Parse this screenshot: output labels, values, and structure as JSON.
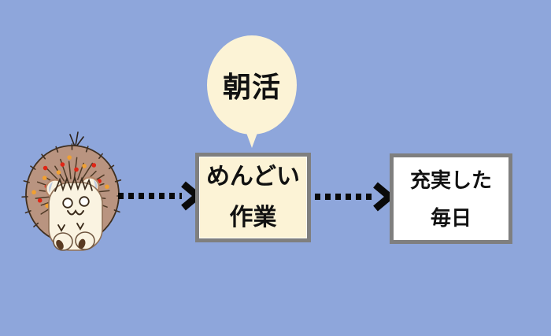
{
  "colors": {
    "bg": "#8EA6DB",
    "cream": "#FCF3D6",
    "white": "#FFFFFF",
    "border-gray": "#7F7F7F",
    "ink": "#111111",
    "arrow": "#0A0A0A",
    "hedgehog-body": "#B99480",
    "hedgehog-face": "#FAF3E1",
    "spike-dot-red": "#E02515",
    "spike-dot-orange": "#F0A032"
  },
  "bubble": {
    "label": "朝活"
  },
  "diagram": {
    "nodes": [
      {
        "id": "hedgehog",
        "type": "character",
        "label": ""
      },
      {
        "id": "tedious-work",
        "line1": "めんどい",
        "line2": "作業"
      },
      {
        "id": "fulfilling-days",
        "line1": "充実した",
        "line2": "毎日"
      }
    ],
    "edges": [
      {
        "from": "hedgehog",
        "to": "tedious-work",
        "style": "dotted-arrow"
      },
      {
        "from": "tedious-work",
        "to": "fulfilling-days",
        "style": "dotted-arrow"
      }
    ]
  }
}
